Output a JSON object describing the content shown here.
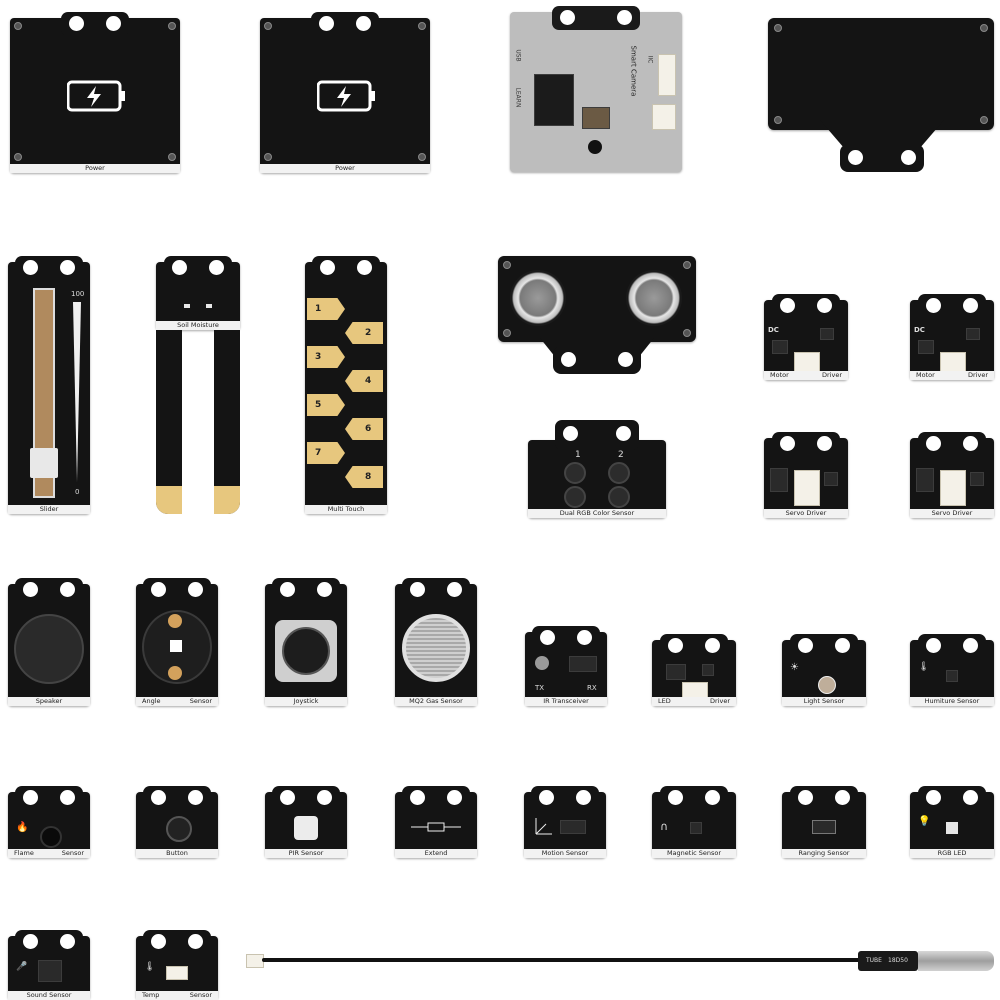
{
  "labels": {
    "power_1": "Power",
    "power_2": "Power",
    "camera_smart": "Smart",
    "camera_camera": "Camera",
    "camera_usb": "USB",
    "camera_learn": "LEARN",
    "camera_iic": "IIC",
    "slider": "Slider",
    "slider_max": "100",
    "slider_min": "0",
    "soil": "Soil Moisture",
    "multitouch": "Multi Touch",
    "touch_pads": [
      "1",
      "2",
      "3",
      "4",
      "5",
      "6",
      "7",
      "8"
    ],
    "dual_rgb": "Dual RGB Color Sensor",
    "dual_rgb_1": "1",
    "dual_rgb_2": "2",
    "dc": "DC",
    "motor_driver_left": "Motor",
    "motor_driver_right": "Driver",
    "servo_driver": "Servo Driver",
    "speaker": "Speaker",
    "angle_left": "Angle",
    "angle_right": "Sensor",
    "joystick": "Joystick",
    "mq2": "MQ2 Gas Sensor",
    "ir": "IR Transceiver",
    "ir_tx": "TX",
    "ir_rx": "RX",
    "led_left": "LED",
    "led_right": "Driver",
    "light": "Light Sensor",
    "humiture": "Humiture Sensor",
    "flame_left": "Flame",
    "flame_right": "Sensor",
    "button": "Button",
    "pir": "PIR Sensor",
    "extend": "Extend",
    "motion": "Motion Sensor",
    "magnetic": "Magnetic Sensor",
    "ranging": "Ranging Sensor",
    "rgb_led": "RGB LED",
    "sound": "Sound Sensor",
    "temp_left": "Temp",
    "temp_right": "Sensor",
    "probe_tube": "TUBE",
    "probe_model": "18D50"
  },
  "colors": {
    "board": "#141414",
    "label_strip": "#f2f2f2",
    "gold": "#e7c77e",
    "background": "#ffffff"
  }
}
